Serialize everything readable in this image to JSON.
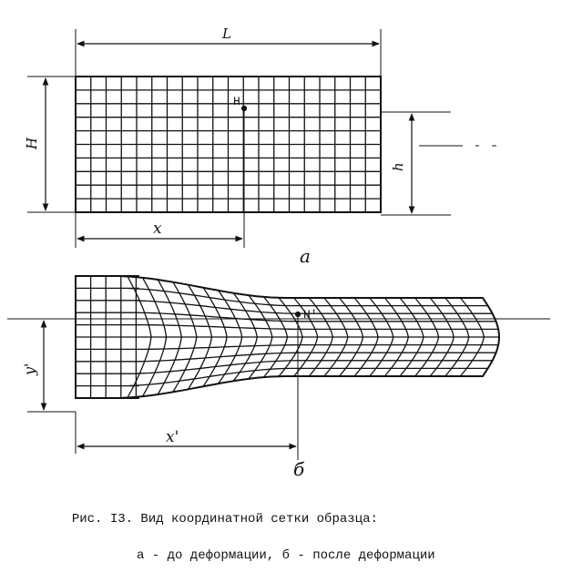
{
  "diagram_a": {
    "label_L": "L",
    "label_H": "H",
    "label_h": "h",
    "label_x": "x",
    "point": "H",
    "part": "a"
  },
  "diagram_b": {
    "label_y": "y'",
    "label_x": "x'",
    "point": "H'",
    "part": "б"
  },
  "caption": {
    "line1": "Рис. I3. Вид координатной сетки образца:",
    "line2": "а - до деформации, б - после деформации"
  }
}
